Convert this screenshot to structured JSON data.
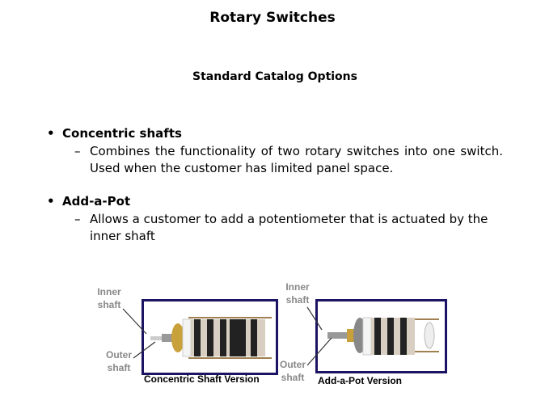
{
  "title": "Rotary Switches",
  "subtitle": "Standard Catalog Options",
  "bullets": [
    {
      "heading": "Concentric shafts",
      "detail": "Combines the functionality of two rotary switches into one switch. Used when the customer has limited panel space."
    },
    {
      "heading": "Add-a-Pot",
      "detail": "Allows a customer to add a potentiometer that is actuated by the inner shaft"
    }
  ],
  "bullet_symbol": "•",
  "dash_symbol": "–",
  "figures": [
    {
      "caption": "Concentric Shaft Version",
      "inner_label": "Inner shaft",
      "outer_label": "Outer shaft"
    },
    {
      "caption": "Add-a-Pot Version",
      "inner_label": "Inner shaft",
      "outer_label": "Outer shaft"
    }
  ],
  "colors": {
    "frame": "#1b1464",
    "label": "#888888"
  }
}
